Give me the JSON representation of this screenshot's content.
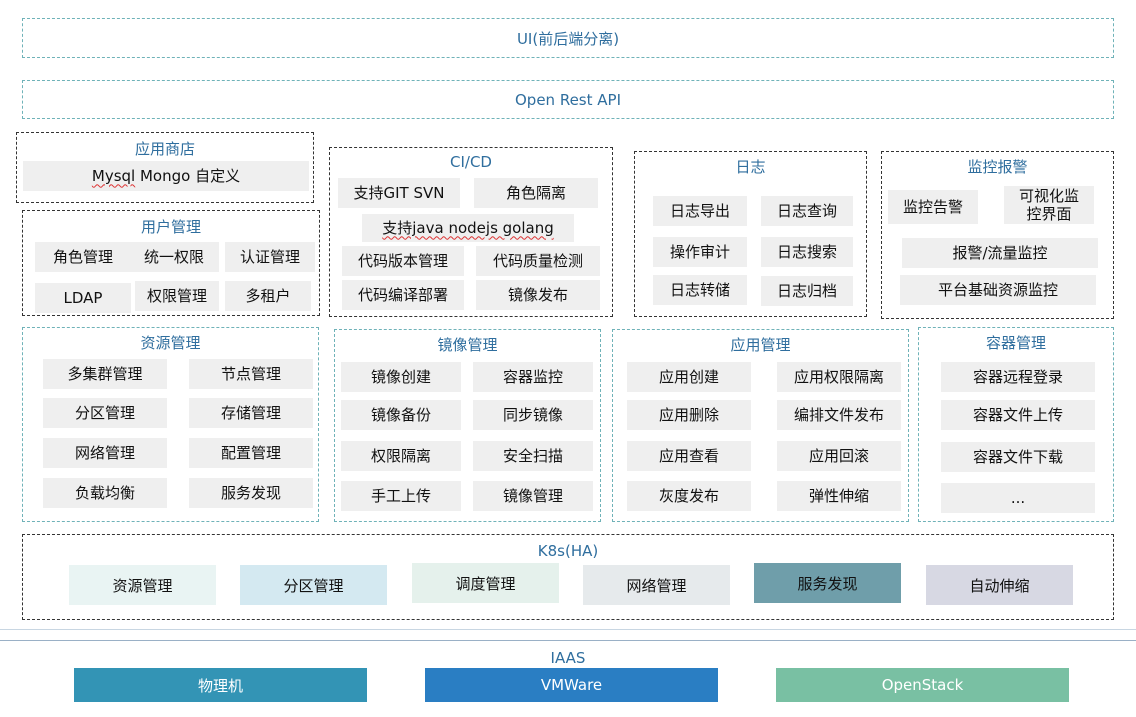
{
  "top": {
    "ui_label": "UI(前后端分离)",
    "api_label": "Open Rest API"
  },
  "app_store": {
    "title": "应用商店",
    "item_word1": "Mysql",
    "item_rest": " Mongo 自定义"
  },
  "user_mgmt": {
    "title": "用户管理",
    "items": [
      "角色管理",
      "统一权限",
      "认证管理",
      "LDAP",
      "权限管理",
      "多租户"
    ]
  },
  "cicd": {
    "title": "CI/CD",
    "items": [
      "支持GIT SVN",
      "角色隔离",
      "支持java nodejs golang",
      "代码版本管理",
      "代码质量检测",
      "代码编译部署",
      "镜像发布"
    ]
  },
  "logs": {
    "title": "日志",
    "items": [
      "日志导出",
      "日志查询",
      "操作审计",
      "日志搜索",
      "日志转储",
      "日志归档"
    ]
  },
  "monitor": {
    "title": "监控报警",
    "items": [
      "监控告警",
      "可视化监控界面",
      "报警/流量监控",
      "平台基础资源监控"
    ]
  },
  "resource_mgmt": {
    "title": "资源管理",
    "items": [
      "多集群管理",
      "节点管理",
      "分区管理",
      "存储管理",
      "网络管理",
      "配置管理",
      "负载均衡",
      "服务发现"
    ]
  },
  "image_mgmt": {
    "title": "镜像管理",
    "items": [
      "镜像创建",
      "容器监控",
      "镜像备份",
      "同步镜像",
      "权限隔离",
      "安全扫描",
      "手工上传",
      "镜像管理"
    ]
  },
  "app_mgmt": {
    "title": "应用管理",
    "items": [
      "应用创建",
      "应用权限隔离",
      "应用删除",
      "编排文件发布",
      "应用查看",
      "应用回滚",
      "灰度发布",
      "弹性伸缩"
    ]
  },
  "container_mgmt": {
    "title": "容器管理",
    "items": [
      "容器远程登录",
      "容器文件上传",
      "容器文件下载",
      "..."
    ]
  },
  "k8s": {
    "title": "K8s(HA)",
    "items": [
      {
        "label": "资源管理",
        "color": "#e9f4f3"
      },
      {
        "label": "分区管理",
        "color": "#d4e9f1"
      },
      {
        "label": "调度管理",
        "color": "#e5f1ec"
      },
      {
        "label": "网络管理",
        "color": "#e6eaec"
      },
      {
        "label": "服务发现",
        "color": "#6f9eaa"
      },
      {
        "label": "自动伸缩",
        "color": "#d7d8e3"
      }
    ]
  },
  "iaas": {
    "title": "IAAS",
    "items": [
      {
        "label": "物理机",
        "color": "#3394b5"
      },
      {
        "label": "VMWare",
        "color": "#2a7ec3"
      },
      {
        "label": "OpenStack",
        "color": "#79c0a3"
      }
    ]
  }
}
